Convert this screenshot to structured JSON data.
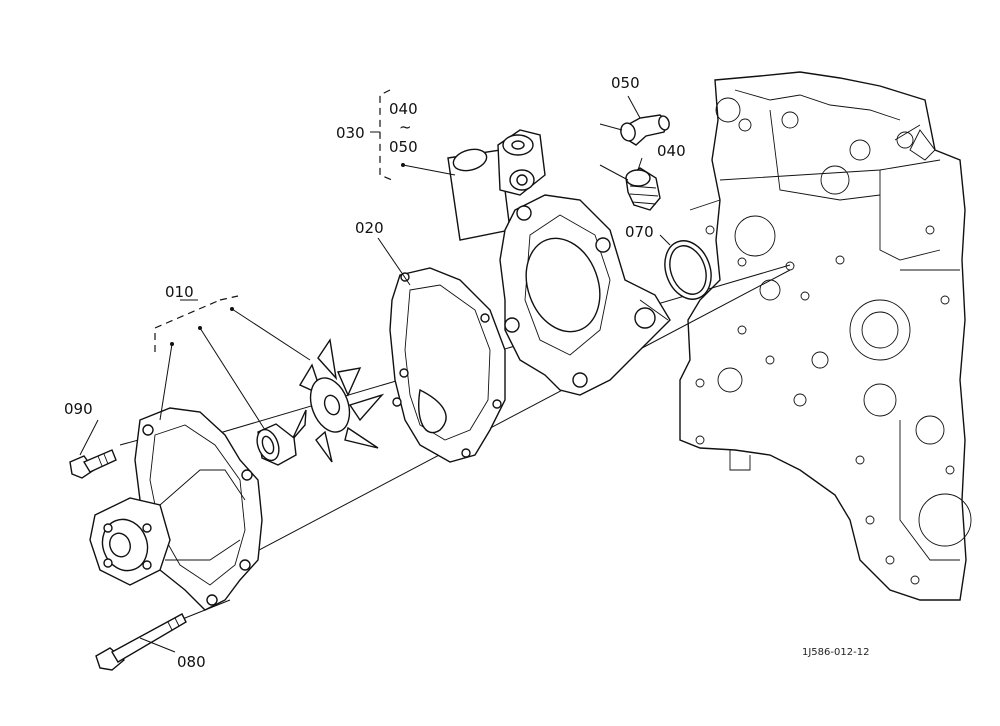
{
  "parts": {
    "p010": "010",
    "p020": "020",
    "p030": "030",
    "p040_top": "040",
    "p040_tilde": "~",
    "p050_sub": "050",
    "p050": "050",
    "p040": "040",
    "p070": "070",
    "p080": "080",
    "p090": "090"
  },
  "drawing_code": "1J586-012-12",
  "colors": {
    "ink": "#111111",
    "paper": "#ffffff"
  }
}
